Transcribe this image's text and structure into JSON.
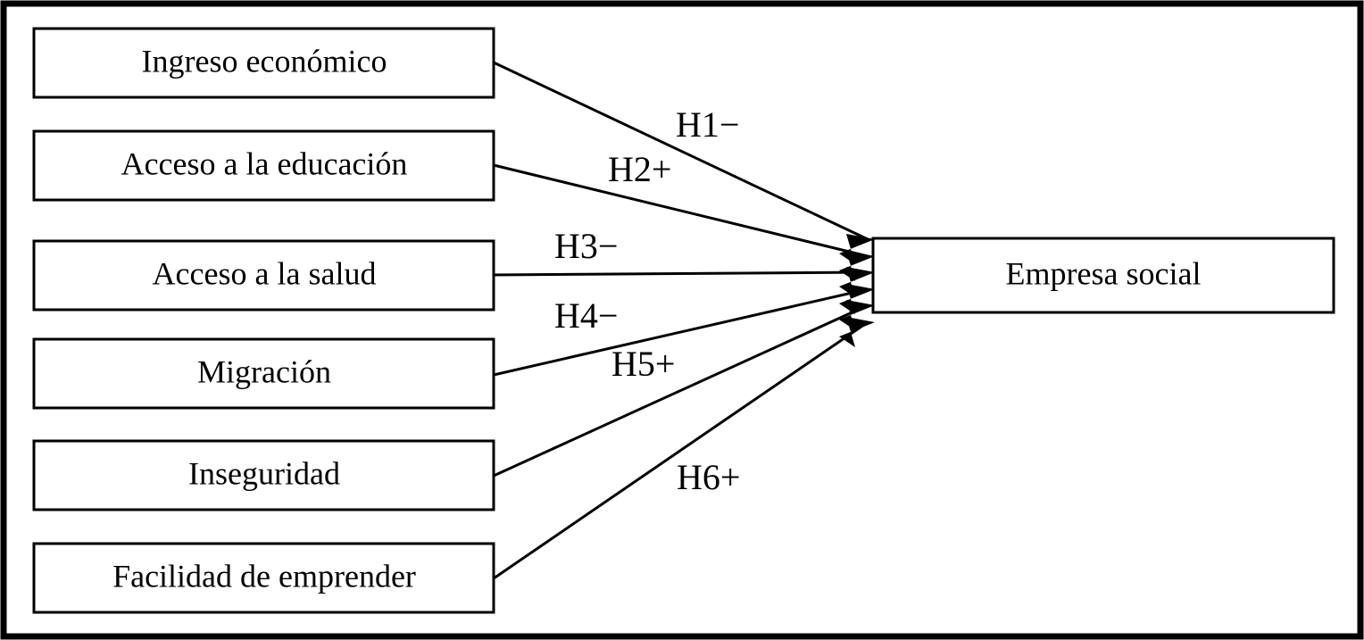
{
  "diagram": {
    "type": "hypothesis-model-diagram",
    "language": "es",
    "frame": {
      "stroke": "#000000",
      "fill": "#ffffff"
    },
    "antecedents": [
      {
        "id": "ingreso-economico",
        "label": "Ingreso económico"
      },
      {
        "id": "acceso-educacion",
        "label": "Acceso a la educación"
      },
      {
        "id": "acceso-salud",
        "label": "Acceso a la salud"
      },
      {
        "id": "migracion",
        "label": "Migración"
      },
      {
        "id": "inseguridad",
        "label": "Inseguridad"
      },
      {
        "id": "facilidad-emprender",
        "label": "Facilidad de emprender"
      }
    ],
    "outcome": {
      "id": "empresa-social",
      "label": "Empresa social"
    },
    "hypotheses": [
      {
        "id": "h1",
        "label": "H1−",
        "from": "ingreso-economico",
        "to": "empresa-social",
        "sign": "−"
      },
      {
        "id": "h2",
        "label": "H2+",
        "from": "acceso-educacion",
        "to": "empresa-social",
        "sign": "+"
      },
      {
        "id": "h3",
        "label": "H3−",
        "from": "acceso-salud",
        "to": "empresa-social",
        "sign": "−"
      },
      {
        "id": "h4",
        "label": "H4−",
        "from": "migracion",
        "to": "empresa-social",
        "sign": "−"
      },
      {
        "id": "h5",
        "label": "H5+",
        "from": "inseguridad",
        "to": "empresa-social",
        "sign": "+"
      },
      {
        "id": "h6",
        "label": "H6+",
        "from": "facilidad-emprender",
        "to": "empresa-social",
        "sign": "+"
      }
    ]
  }
}
